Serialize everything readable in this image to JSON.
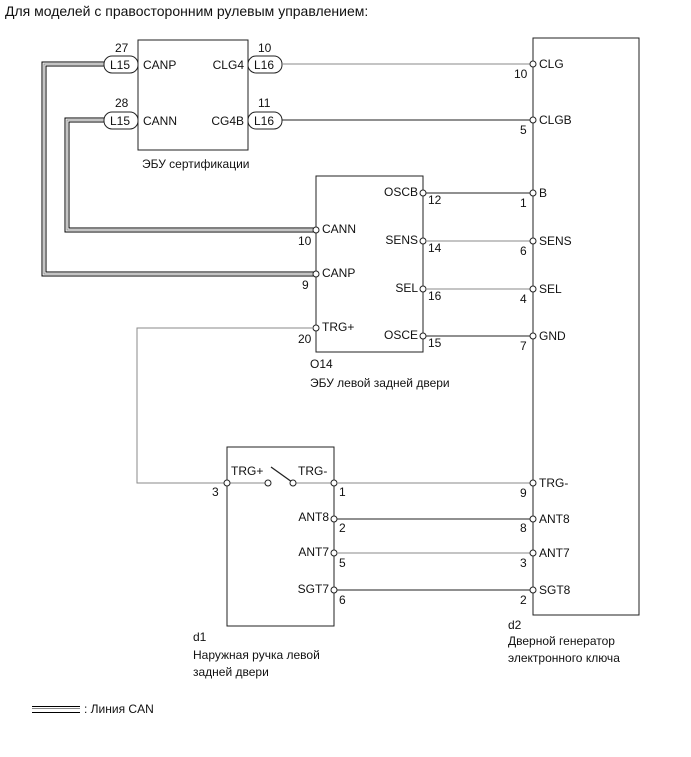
{
  "title": "Для моделей с правосторонним рулевым управлением:",
  "components": {
    "cert_ecu": {
      "name": "ЭБУ сертификации",
      "pins": [
        {
          "label": "CANP",
          "num": "27",
          "connector": "L15"
        },
        {
          "label": "CANN",
          "num": "28",
          "connector": "L15"
        },
        {
          "label": "CLG4",
          "num": "10",
          "connector": "L16"
        },
        {
          "label": "CG4B",
          "num": "11",
          "connector": "L16"
        }
      ]
    },
    "door_ecu": {
      "code": "O14",
      "name": "ЭБУ левой задней двери",
      "pins": [
        {
          "label": "CANN",
          "num": "10"
        },
        {
          "label": "CANP",
          "num": "9"
        },
        {
          "label": "TRG+",
          "num": "20"
        },
        {
          "label": "OSCB",
          "num": "12"
        },
        {
          "label": "SENS",
          "num": "14"
        },
        {
          "label": "SEL",
          "num": "16"
        },
        {
          "label": "OSCE",
          "num": "15"
        }
      ]
    },
    "handle": {
      "code": "d1",
      "name_line1": "Наружная ручка левой",
      "name_line2": "задней двери",
      "pins": [
        {
          "label": "TRG+",
          "num": "3"
        },
        {
          "label": "TRG-",
          "num": "1"
        },
        {
          "label": "ANT8",
          "num": "2"
        },
        {
          "label": "ANT7",
          "num": "5"
        },
        {
          "label": "SGT7",
          "num": "6"
        }
      ]
    },
    "generator": {
      "code": "d2",
      "name_line1": "Дверной генератор",
      "name_line2": "электронного ключа",
      "pins": [
        {
          "label": "CLG",
          "num": "10"
        },
        {
          "label": "CLGB",
          "num": "5"
        },
        {
          "label": "B",
          "num": "1"
        },
        {
          "label": "SENS",
          "num": "6"
        },
        {
          "label": "SEL",
          "num": "4"
        },
        {
          "label": "GND",
          "num": "7"
        },
        {
          "label": "TRG-",
          "num": "9"
        },
        {
          "label": "ANT8",
          "num": "8"
        },
        {
          "label": "ANT7",
          "num": "3"
        },
        {
          "label": "SGT8",
          "num": "2"
        }
      ]
    }
  },
  "legend": {
    "label": ": Линия CAN"
  },
  "colors": {
    "wire_black": "#000000",
    "wire_gray": "#8a8a8a"
  }
}
